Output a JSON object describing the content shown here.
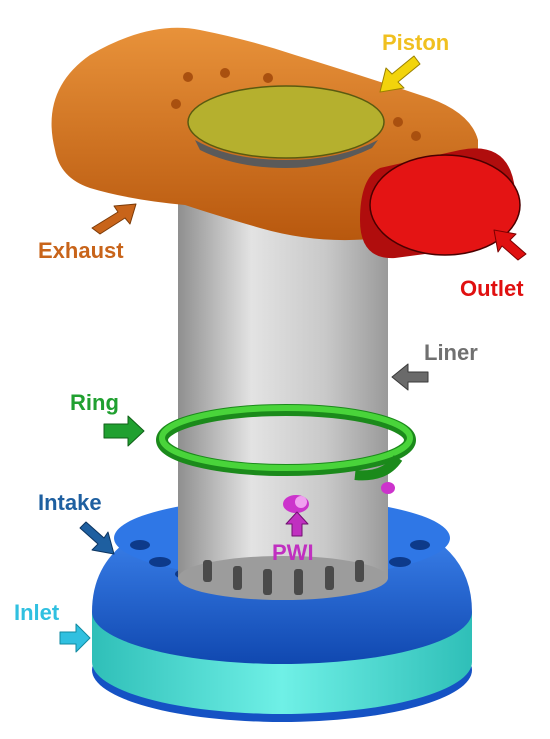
{
  "labels": {
    "piston": "Piston",
    "exhaust": "Exhaust",
    "outlet": "Outlet",
    "liner": "Liner",
    "ring": "Ring",
    "intake": "Intake",
    "pwi": "PWI",
    "inlet": "Inlet"
  },
  "colors": {
    "piston": "#F0C020",
    "exhaust": "#C8641A",
    "outlet": "#E01010",
    "liner": "#707070",
    "ring": "#20A030",
    "intake": "#1E5FA0",
    "pwi": "#C030C0",
    "inlet": "#30C0E0",
    "exhaust_body": "#D8751E",
    "piston_top": "#B5B02E",
    "liner_body": "#BDBDBD",
    "intake_body": "#1A63D8",
    "inlet_band": "#3FD9D0"
  }
}
